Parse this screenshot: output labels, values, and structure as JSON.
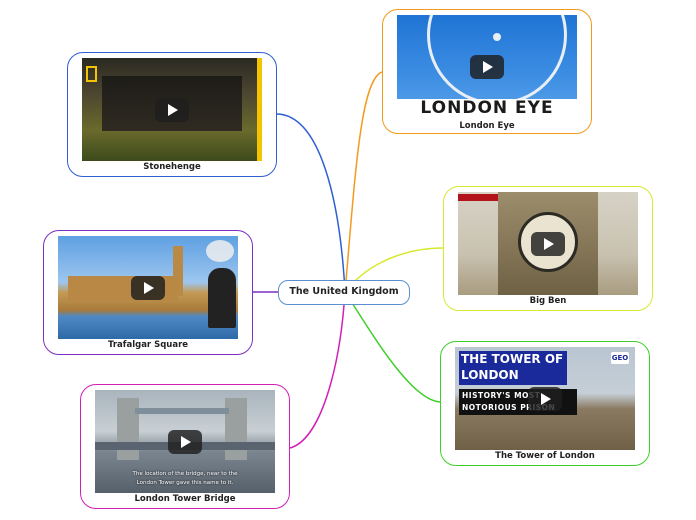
{
  "central_topic": "The United Kingdom",
  "nodes": {
    "stonehenge": {
      "label": "Stonehenge",
      "color": "#2f5fd3"
    },
    "trafalgar": {
      "label": "Trafalgar Square",
      "color": "#7b2fc1"
    },
    "tower_bridge": {
      "label": "London Tower Bridge",
      "color": "#d21fb5",
      "subtitle": "The location of the bridge, near to the London Tower gave this name to it."
    },
    "london_eye": {
      "label": "London Eye",
      "color": "#f39a1c",
      "overlay": "LONDON EYE"
    },
    "big_ben": {
      "label": "Big Ben",
      "color": "#d8e830"
    },
    "tower_of_london": {
      "label": "The Tower of London",
      "color": "#3fcf2a",
      "overlay_title": "THE TOWER OF LONDON",
      "overlay_sub": "HISTORY'S MOST NOTORIOUS PRISON",
      "overlay_logo": "GEO"
    }
  },
  "icons": {
    "play": "play-button-icon"
  }
}
